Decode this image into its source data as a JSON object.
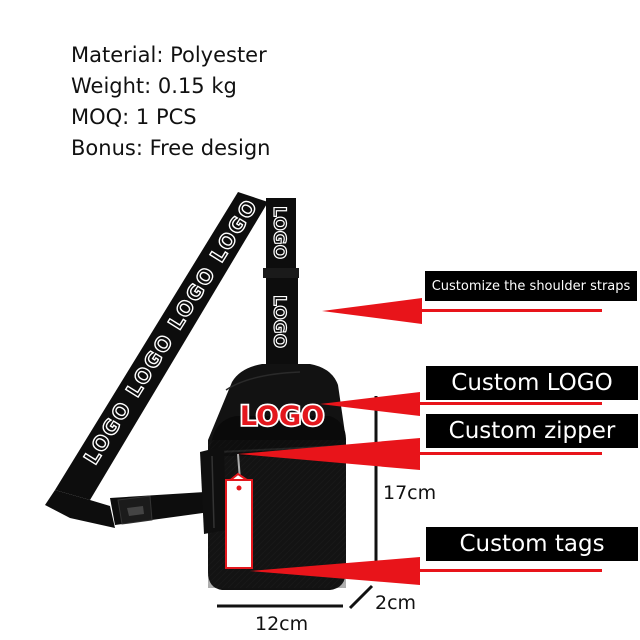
{
  "specs": {
    "material": "Material: Polyester",
    "weight": "Weight: 0.15 kg",
    "moq": "MOQ: 1 PCS",
    "bonus": "Bonus: Free design"
  },
  "callouts": {
    "straps": "Customize the shoulder straps",
    "logo": "Custom LOGO",
    "zipper": "Custom zipper",
    "tags": "Custom tags"
  },
  "product": {
    "bag_logo": "LOGO",
    "strap_text": "LOGO"
  },
  "dimensions": {
    "height": "17cm",
    "depth": "2cm",
    "width": "12cm"
  },
  "colors": {
    "arrow": "#e8141a",
    "bag": "#121212",
    "logo_red": "#e3171d"
  }
}
